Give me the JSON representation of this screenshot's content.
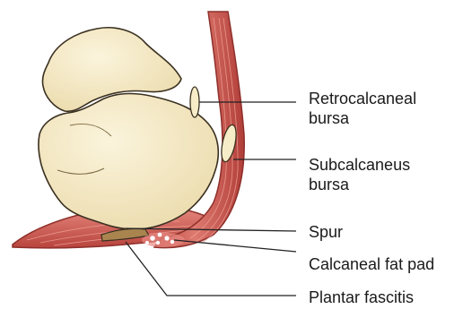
{
  "diagram": {
    "labels": {
      "retrocalcaneal": [
        "Retrocalcaneal",
        "bursa"
      ],
      "subcalcaneus": [
        "Subcalcaneus",
        "bursa"
      ],
      "spur": "Spur",
      "fat_pad": "Calcaneal fat pad",
      "plantar": "Plantar fascitis"
    },
    "colors": {
      "bone_fill": "#f3e8c4",
      "bone_stroke": "#3a3020",
      "muscle": "#d2574f",
      "muscle_dark": "#a83a35",
      "bursa": "#f6ecc8",
      "spur": "#a9844f",
      "leader": "#222222"
    }
  }
}
